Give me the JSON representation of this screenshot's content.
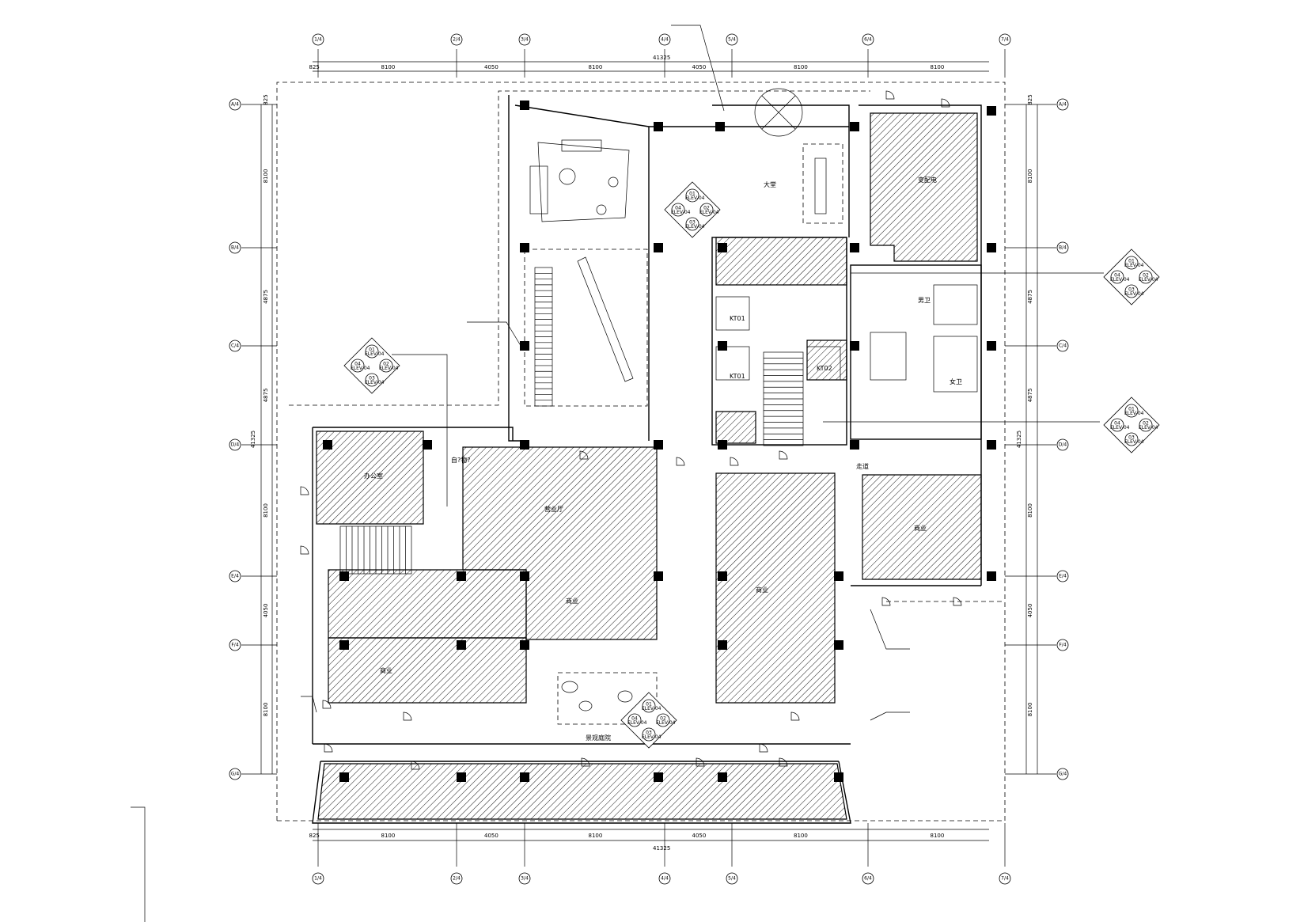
{
  "grid_top": [
    "1/4",
    "2/4",
    "3/4",
    "4/4",
    "5/4",
    "6/4",
    "7/4"
  ],
  "grid_left": [
    "A/4",
    "B/4",
    "C/4",
    "D/4",
    "E/4",
    "F/4",
    "G/4"
  ],
  "dims_top": [
    "825",
    "8100",
    "4050",
    "8100",
    "4050",
    "8100",
    "8100"
  ],
  "dims_total_top": "41325",
  "dims_bottom": [
    "825",
    "8100",
    "4050",
    "8100",
    "4050",
    "8100",
    "8100"
  ],
  "dims_total_bottom": "41325",
  "dims_left": [
    "825",
    "8100",
    "4875",
    "4875",
    "8100",
    "4050",
    "8100"
  ],
  "dims_total_left": "41325",
  "rooms": {
    "lobby": "大堂",
    "kt01_a": "KT01",
    "kt01_b": "KT01",
    "kt02": "KT02",
    "room_nw": "办公室",
    "room_ne": "变配电",
    "center_big": "营业厅",
    "shop_1": "商业",
    "shop_2": "商业",
    "shop_3": "商业",
    "shop_4": "商业",
    "corridor": "走道",
    "courtyard": "景观庭院",
    "wc_m": "男卫",
    "wc_f": "女卫",
    "question": "自?物?"
  },
  "callouts": {
    "ids": [
      "01",
      "02",
      "03",
      "04"
    ],
    "sheet": "ELEV-04"
  }
}
